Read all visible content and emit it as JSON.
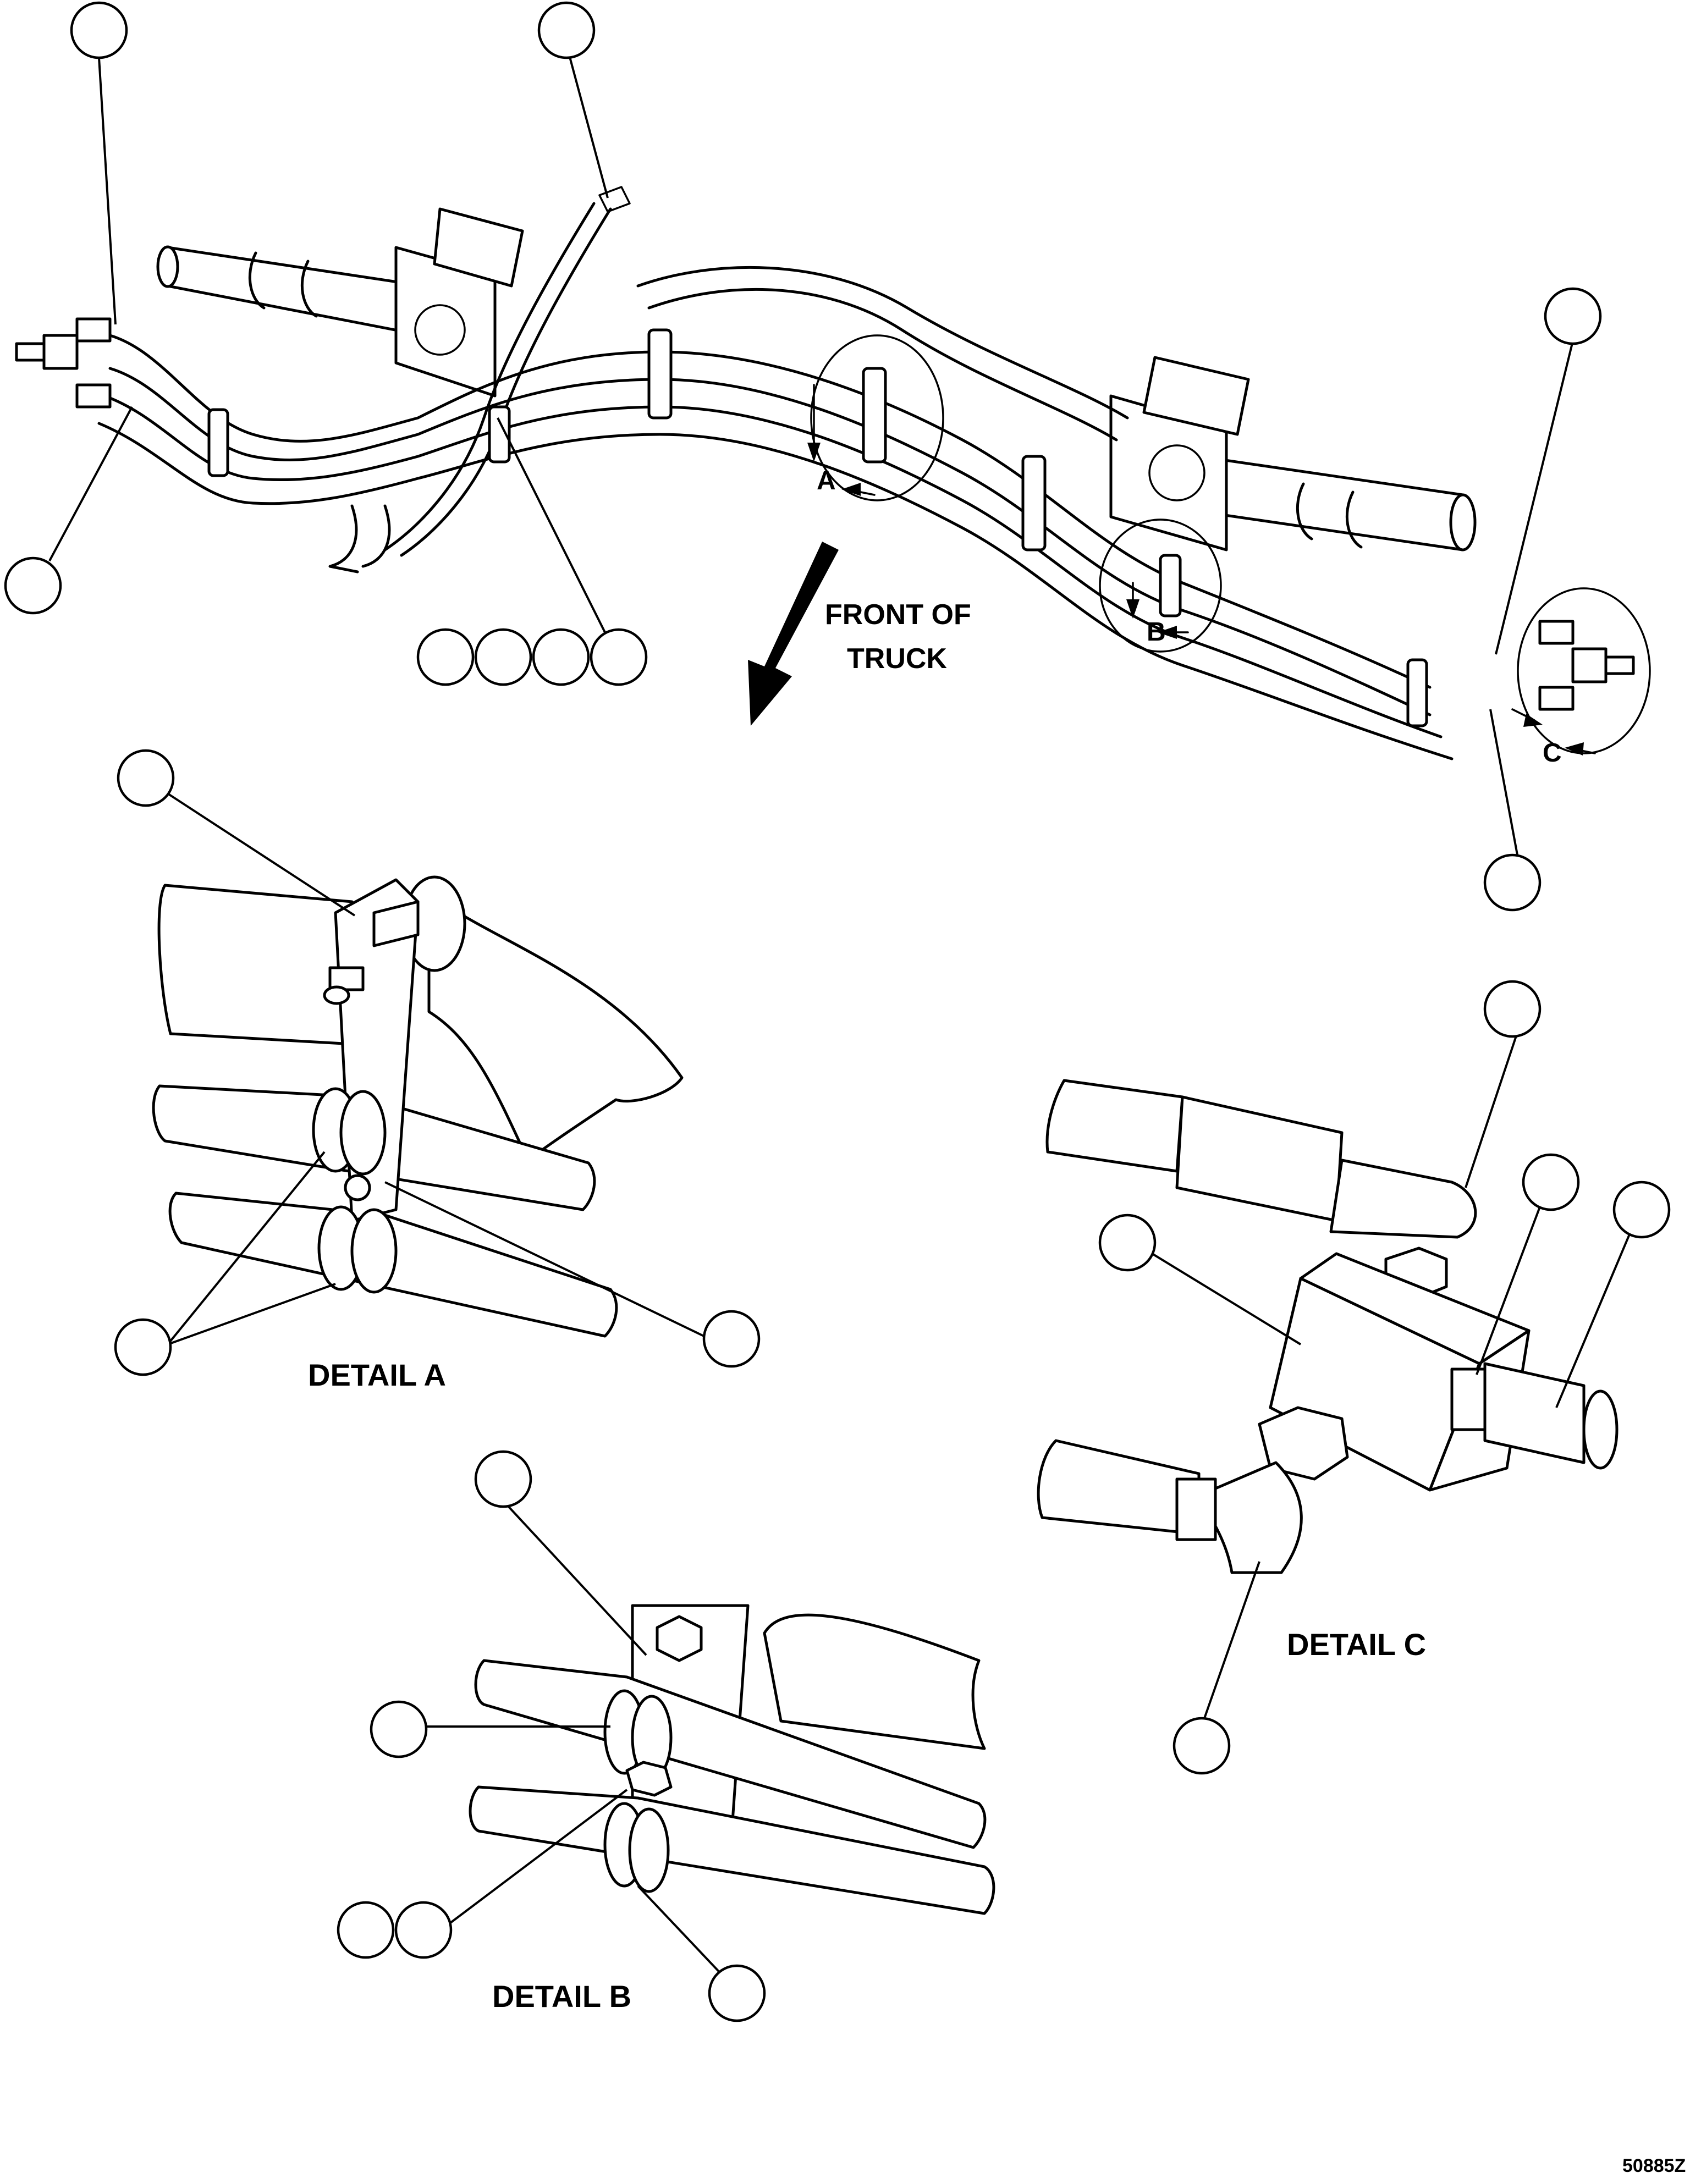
{
  "front_label": [
    "FRONT OF",
    "TRUCK"
  ],
  "detail_markers": {
    "a": "A",
    "b": "B",
    "c": "C"
  },
  "detail_titles": {
    "a": "DETAIL A",
    "b": "DETAIL B",
    "c": "DETAIL C"
  },
  "figure_id": "50885Z",
  "callout_balloons": {
    "count": 22,
    "numbered": false
  }
}
